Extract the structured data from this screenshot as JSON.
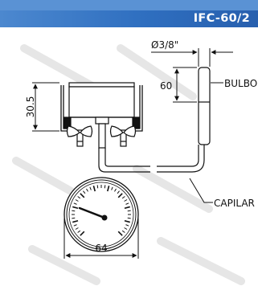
{
  "header": {
    "title": "IFC-60/2"
  },
  "dimensions": {
    "bulb_diameter": "Ø3/8\"",
    "bulb_length": "60",
    "case_height": "30.5",
    "dial_diameter": "64"
  },
  "callouts": {
    "bulb": "BULBO",
    "capillary": "CAPILAR"
  }
}
